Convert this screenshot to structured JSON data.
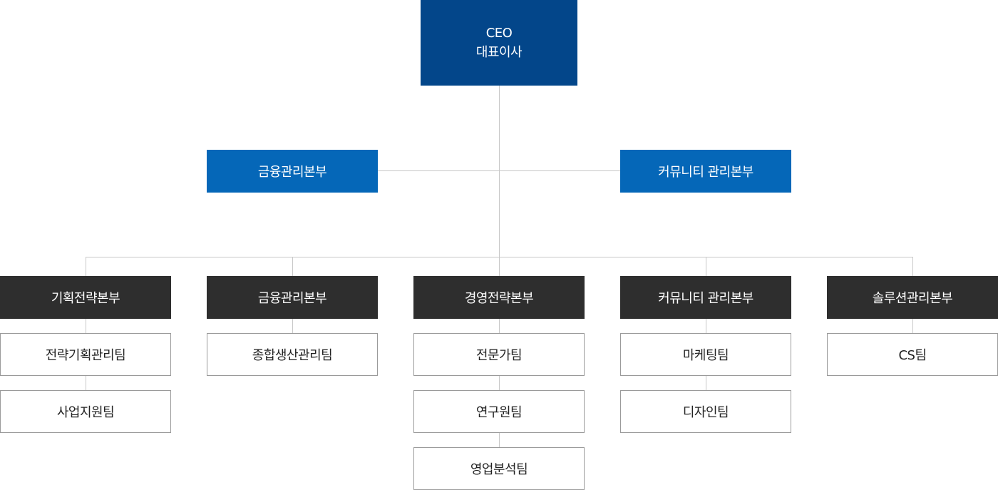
{
  "ceo": {
    "line1": "CEO",
    "line2": "대표이사"
  },
  "sub_units": {
    "left": "금융관리본부",
    "right": "커뮤니티 관리본부"
  },
  "divisions": [
    {
      "name": "기획전략본부",
      "teams": [
        "전략기획관리팀",
        "사업지원팀"
      ]
    },
    {
      "name": "금융관리본부",
      "teams": [
        "종합생산관리팀"
      ]
    },
    {
      "name": "경영전략본부",
      "teams": [
        "전문가팀",
        "연구원팀",
        "영업분석팀"
      ]
    },
    {
      "name": "커뮤니티 관리본부",
      "teams": [
        "마케팅팀",
        "디자인팀"
      ]
    },
    {
      "name": "솔루션관리본부",
      "teams": [
        "CS팀"
      ]
    }
  ],
  "colors": {
    "ceo_bg": "#03468a",
    "sub_unit_bg": "#0567b8",
    "division_bg": "#2e2e2e",
    "team_border": "#9a9a9a",
    "connector": "#c8c8c8"
  }
}
